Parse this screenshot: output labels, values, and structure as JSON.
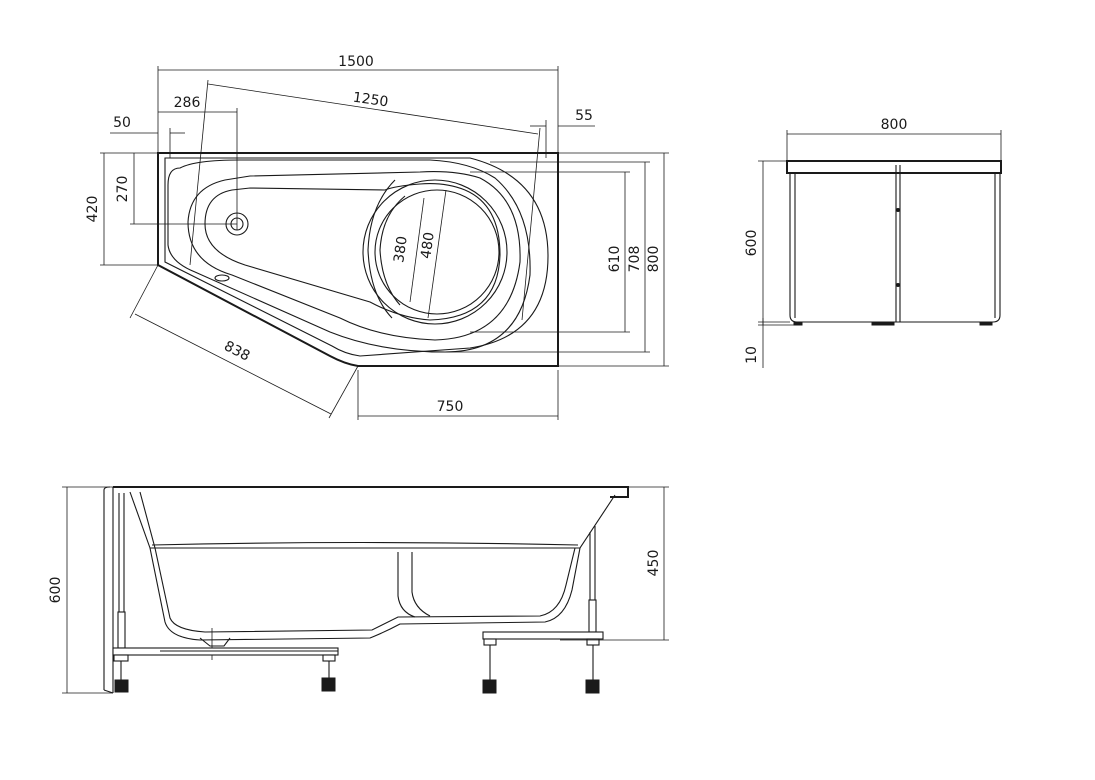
{
  "plan_view": {
    "dim_total_length": "1500",
    "dim_286": "286",
    "dim_1250": "1250",
    "dim_50": "50",
    "dim_55": "55",
    "dim_420": "420",
    "dim_270": "270",
    "dim_380": "380",
    "dim_480": "480",
    "dim_610": "610",
    "dim_708": "708",
    "dim_800": "800",
    "dim_838": "838",
    "dim_750": "750"
  },
  "end_view": {
    "dim_width": "800",
    "dim_height": "600",
    "dim_legs": "10"
  },
  "side_view": {
    "dim_height": "600",
    "dim_450": "450"
  }
}
